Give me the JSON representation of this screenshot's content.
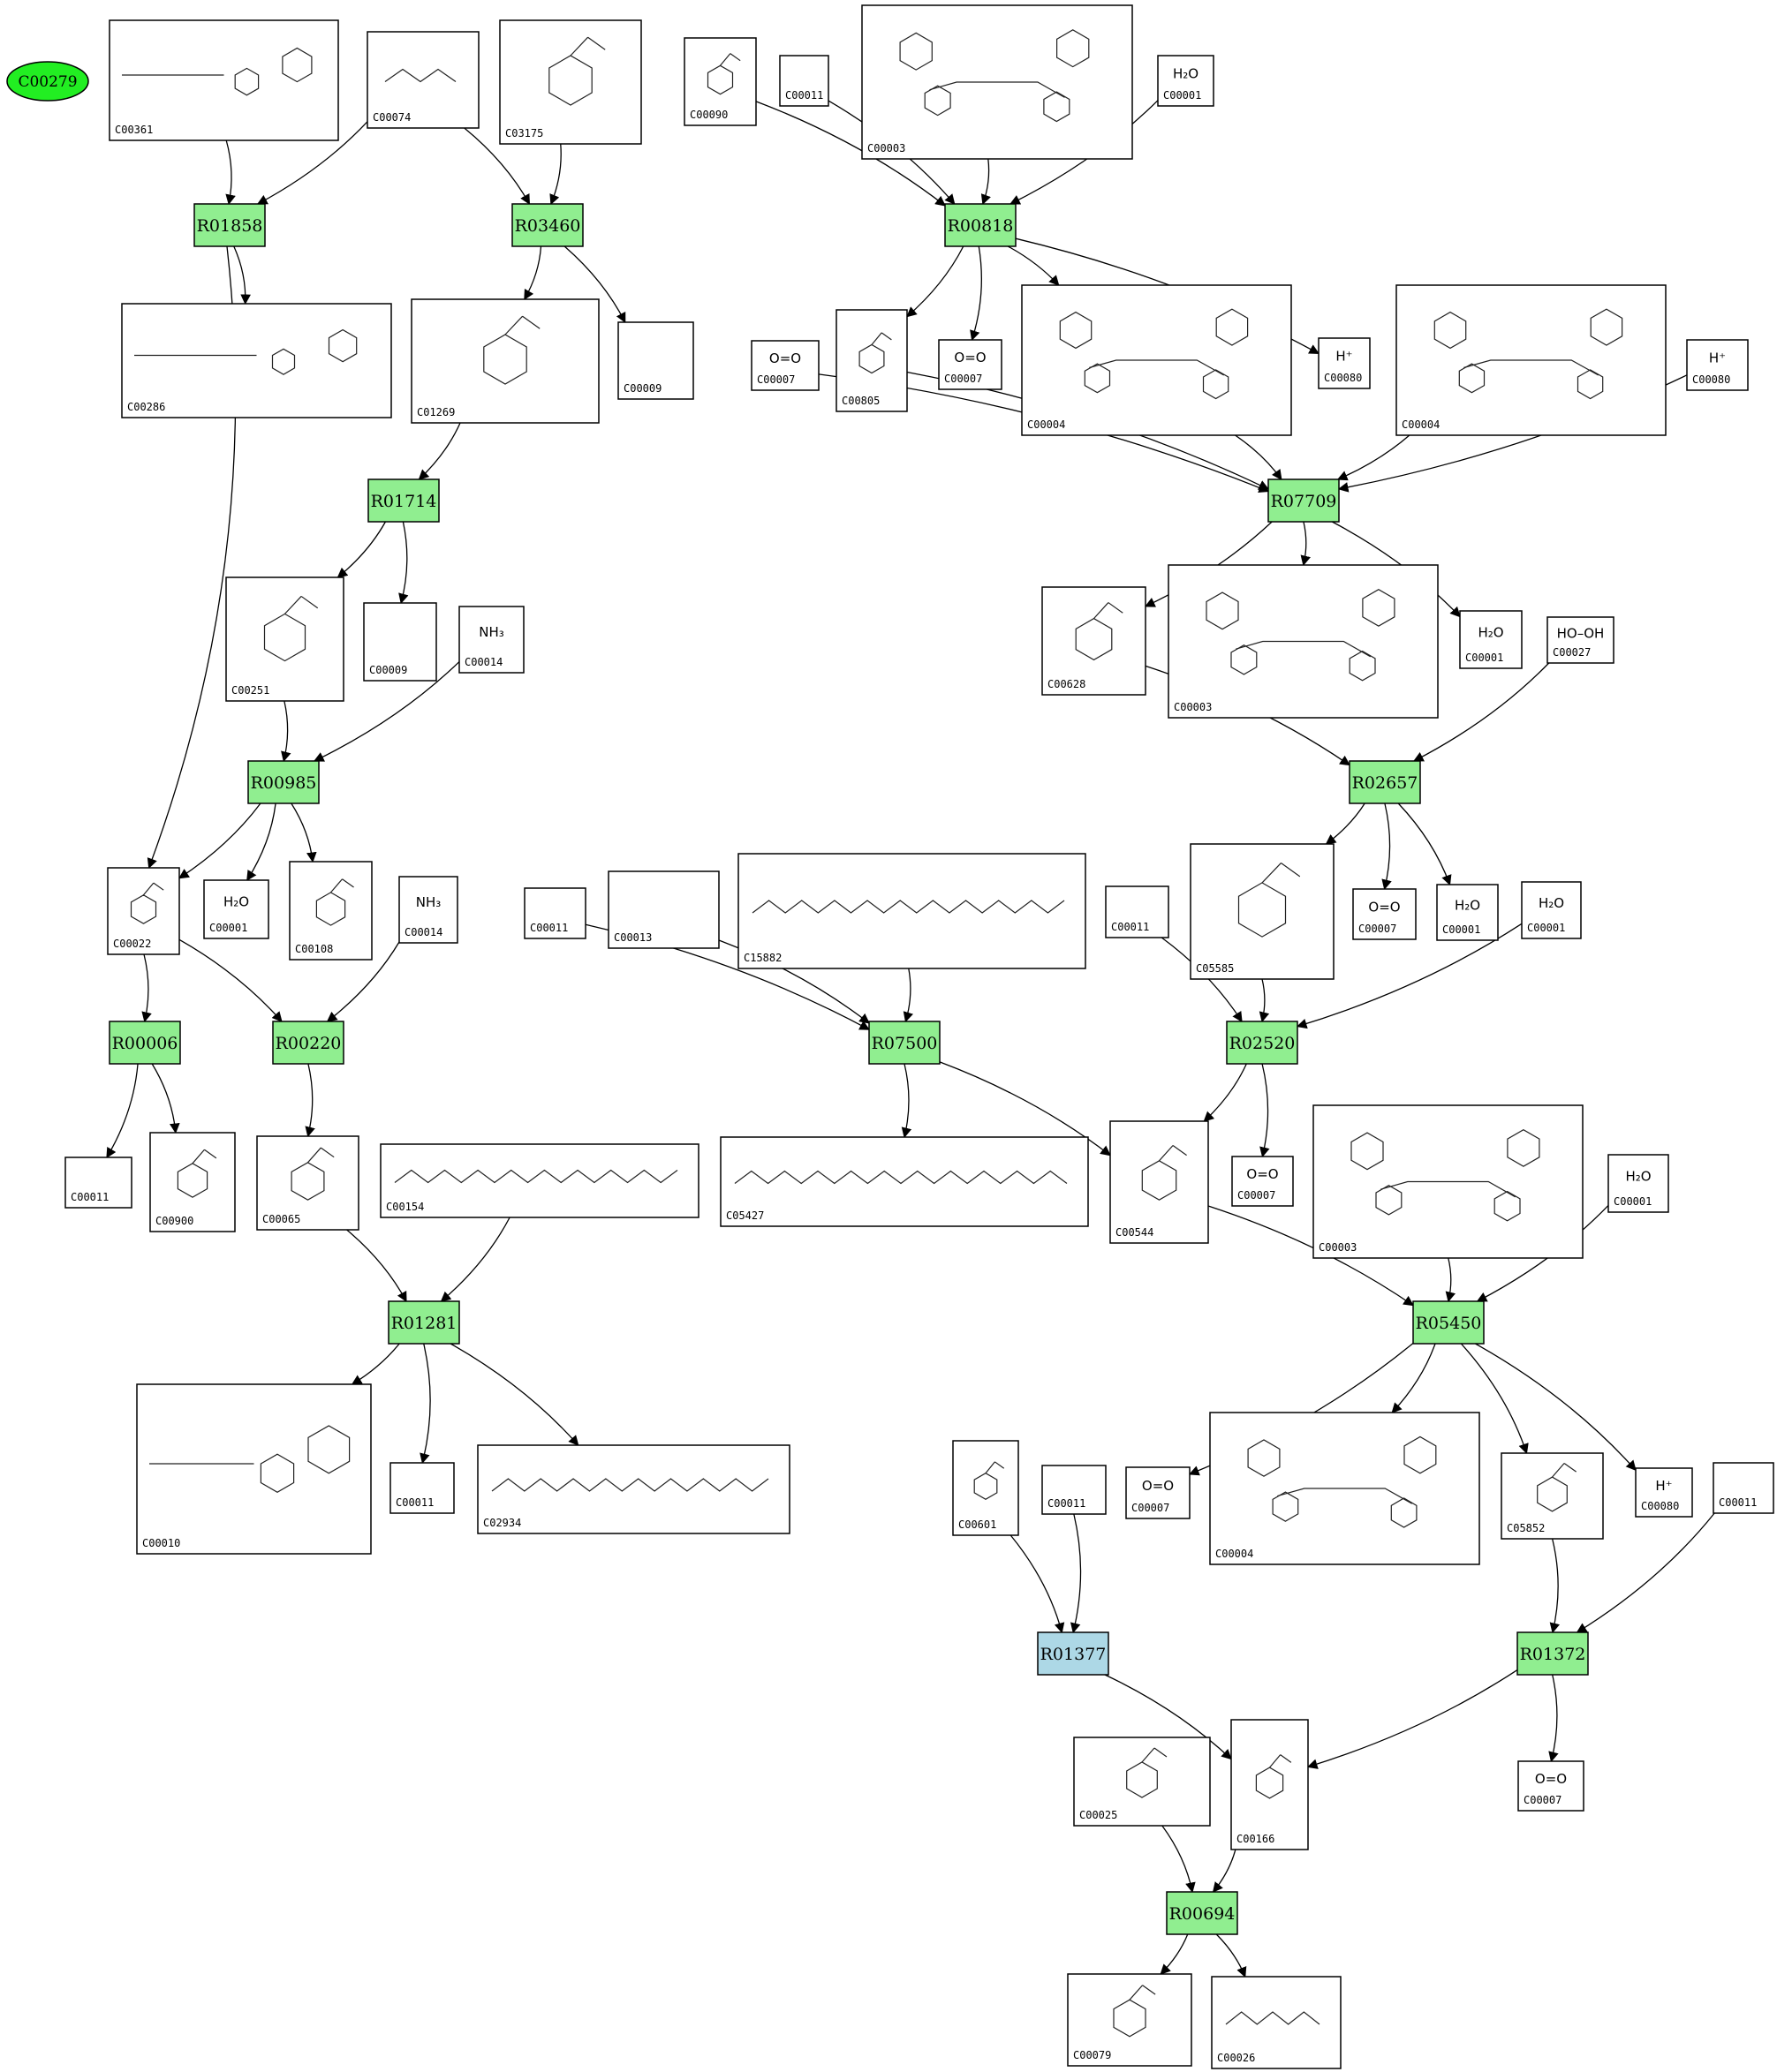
{
  "diagram": {
    "start_node": {
      "id": "C00279"
    },
    "colors": {
      "reaction_default": "#90ee90",
      "reaction_highlight": "#add8e6",
      "start_node": "#22ee22",
      "compound_border": "#000000",
      "edge": "#000000"
    },
    "reactions": [
      {
        "id": "R01858",
        "color": "green"
      },
      {
        "id": "R03460",
        "color": "green"
      },
      {
        "id": "R00818",
        "color": "green"
      },
      {
        "id": "R01714",
        "color": "green"
      },
      {
        "id": "R07709",
        "color": "green"
      },
      {
        "id": "R00985",
        "color": "green"
      },
      {
        "id": "R02657",
        "color": "green"
      },
      {
        "id": "R00006",
        "color": "green"
      },
      {
        "id": "R00220",
        "color": "green"
      },
      {
        "id": "R07500",
        "color": "green"
      },
      {
        "id": "R02520",
        "color": "green"
      },
      {
        "id": "R01281",
        "color": "green"
      },
      {
        "id": "R05450",
        "color": "green"
      },
      {
        "id": "R01377",
        "color": "blue"
      },
      {
        "id": "R01372",
        "color": "green"
      },
      {
        "id": "R00694",
        "color": "green"
      }
    ],
    "compounds": [
      {
        "key": "c00361",
        "id": "C00361"
      },
      {
        "key": "c00074",
        "id": "C00074"
      },
      {
        "key": "c03175",
        "id": "C03175"
      },
      {
        "key": "c00090",
        "id": "C00090"
      },
      {
        "key": "c00011a",
        "id": "C00011"
      },
      {
        "key": "c00003a",
        "id": "C00003"
      },
      {
        "key": "c00001a",
        "id": "C00001",
        "formula": "H₂O"
      },
      {
        "key": "c00286",
        "id": "C00286"
      },
      {
        "key": "c01269",
        "id": "C01269"
      },
      {
        "key": "c00009a",
        "id": "C00009"
      },
      {
        "key": "c00007a",
        "id": "C00007",
        "formula": "O=O"
      },
      {
        "key": "c00805",
        "id": "C00805"
      },
      {
        "key": "c00007b",
        "id": "C00007",
        "formula": "O=O"
      },
      {
        "key": "c00004a",
        "id": "C00004"
      },
      {
        "key": "c00080a",
        "id": "C00080",
        "formula": "H⁺"
      },
      {
        "key": "c00004b",
        "id": "C00004"
      },
      {
        "key": "c00080b",
        "id": "C00080",
        "formula": "H⁺"
      },
      {
        "key": "c00251",
        "id": "C00251"
      },
      {
        "key": "c00009b",
        "id": "C00009"
      },
      {
        "key": "c00014a",
        "id": "C00014",
        "formula": "NH₃"
      },
      {
        "key": "c00628",
        "id": "C00628"
      },
      {
        "key": "c00003b",
        "id": "C00003"
      },
      {
        "key": "c00001b",
        "id": "C00001",
        "formula": "H₂O"
      },
      {
        "key": "c00027",
        "id": "C00027",
        "formula": "HO–OH"
      },
      {
        "key": "c00022",
        "id": "C00022"
      },
      {
        "key": "c00001c",
        "id": "C00001",
        "formula": "H₂O"
      },
      {
        "key": "c00108",
        "id": "C00108"
      },
      {
        "key": "c00014b",
        "id": "C00014",
        "formula": "NH₃"
      },
      {
        "key": "c00011b",
        "id": "C00011"
      },
      {
        "key": "c00013",
        "id": "C00013"
      },
      {
        "key": "c15882",
        "id": "C15882"
      },
      {
        "key": "c05585",
        "id": "C05585"
      },
      {
        "key": "c00007c",
        "id": "C00007",
        "formula": "O=O"
      },
      {
        "key": "c00001d",
        "id": "C00001",
        "formula": "H₂O"
      },
      {
        "key": "c00011c",
        "id": "C00011"
      },
      {
        "key": "c00001e",
        "id": "C00001",
        "formula": "H₂O"
      },
      {
        "key": "c00011d",
        "id": "C00011"
      },
      {
        "key": "c00900",
        "id": "C00900"
      },
      {
        "key": "c00065",
        "id": "C00065"
      },
      {
        "key": "c00154",
        "id": "C00154"
      },
      {
        "key": "c05427",
        "id": "C05427"
      },
      {
        "key": "c00544",
        "id": "C00544"
      },
      {
        "key": "c00007d",
        "id": "C00007",
        "formula": "O=O"
      },
      {
        "key": "c00003c",
        "id": "C00003"
      },
      {
        "key": "c00001f",
        "id": "C00001",
        "formula": "H₂O"
      },
      {
        "key": "c00010",
        "id": "C00010"
      },
      {
        "key": "c00011e",
        "id": "C00011"
      },
      {
        "key": "c02934",
        "id": "C02934"
      },
      {
        "key": "c00601",
        "id": "C00601"
      },
      {
        "key": "c00011f",
        "id": "C00011"
      },
      {
        "key": "c00007e",
        "id": "C00007",
        "formula": "O=O"
      },
      {
        "key": "c00004c",
        "id": "C00004"
      },
      {
        "key": "c05852",
        "id": "C05852"
      },
      {
        "key": "c00080c",
        "id": "C00080",
        "formula": "H⁺"
      },
      {
        "key": "c00011g",
        "id": "C00011"
      },
      {
        "key": "c00166",
        "id": "C00166"
      },
      {
        "key": "c00007f",
        "id": "C00007",
        "formula": "O=O"
      },
      {
        "key": "c00025",
        "id": "C00025"
      },
      {
        "key": "c00079",
        "id": "C00079"
      },
      {
        "key": "c00026",
        "id": "C00026"
      }
    ]
  }
}
